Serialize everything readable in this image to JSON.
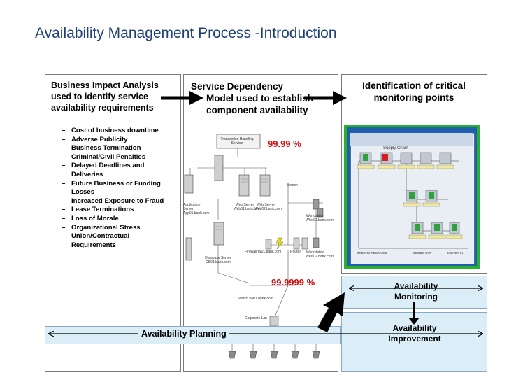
{
  "title": "Availability Management Process -Introduction",
  "bia": {
    "heading": "Business Impact Analysis used to identify service availability requirements",
    "items": [
      "Cost of business downtime",
      "Adverse Publicity",
      "Business Termination",
      "Criminal/Civil Penalties",
      "Delayed Deadlines and Deliveries",
      "Future Business or Funding Losses",
      "Increased Exposure to Fraud",
      "Lease Terminations",
      "Loss of Morale",
      "Organizational Stress",
      "Union/Contractual Requirements"
    ]
  },
  "service_dependency": {
    "heading_line1": "Service Dependency",
    "heading_line2": "Model used to establish component availability",
    "pct_top": "99.99 %",
    "pct_bottom": "99.9999 %",
    "nodes": {
      "transaction": "Transaction Handling Service",
      "app_server": "Application Server App01.bank.com",
      "db_server": "Database Server DB01.bank.com",
      "web_server_1": "Web Server Web01.bank.com",
      "web_server_2": "Web Server Web02.bank.com",
      "branch": "Branch",
      "workstation_1": "Workstation Wkst01.bank.com",
      "workstation_2": "Workstation Wkst02.bank.com",
      "firewall_router": "Firewall fw01.bank.com",
      "router": "Router",
      "switch": "Switch sw01.bank.com",
      "corporate_lan": "Corporate Lan"
    }
  },
  "identification": {
    "heading": "Identification of critical monitoring points",
    "flow_title": "Supply Chain",
    "flow_bottom_labels": [
      "ORDERS RECEIVED",
      "GOODS OUT",
      "MONEY IN"
    ]
  },
  "availability_monitoring": "Availability Monitoring",
  "availability_improvement": "Availability Improvement",
  "availability_planning": "Availability Planning",
  "colors": {
    "title": "#1f3f78",
    "highlight": "#d01010",
    "flow_frame": "#2bb02b",
    "flow_background": "#1f5fae",
    "availability_box": "#dbeef8"
  }
}
